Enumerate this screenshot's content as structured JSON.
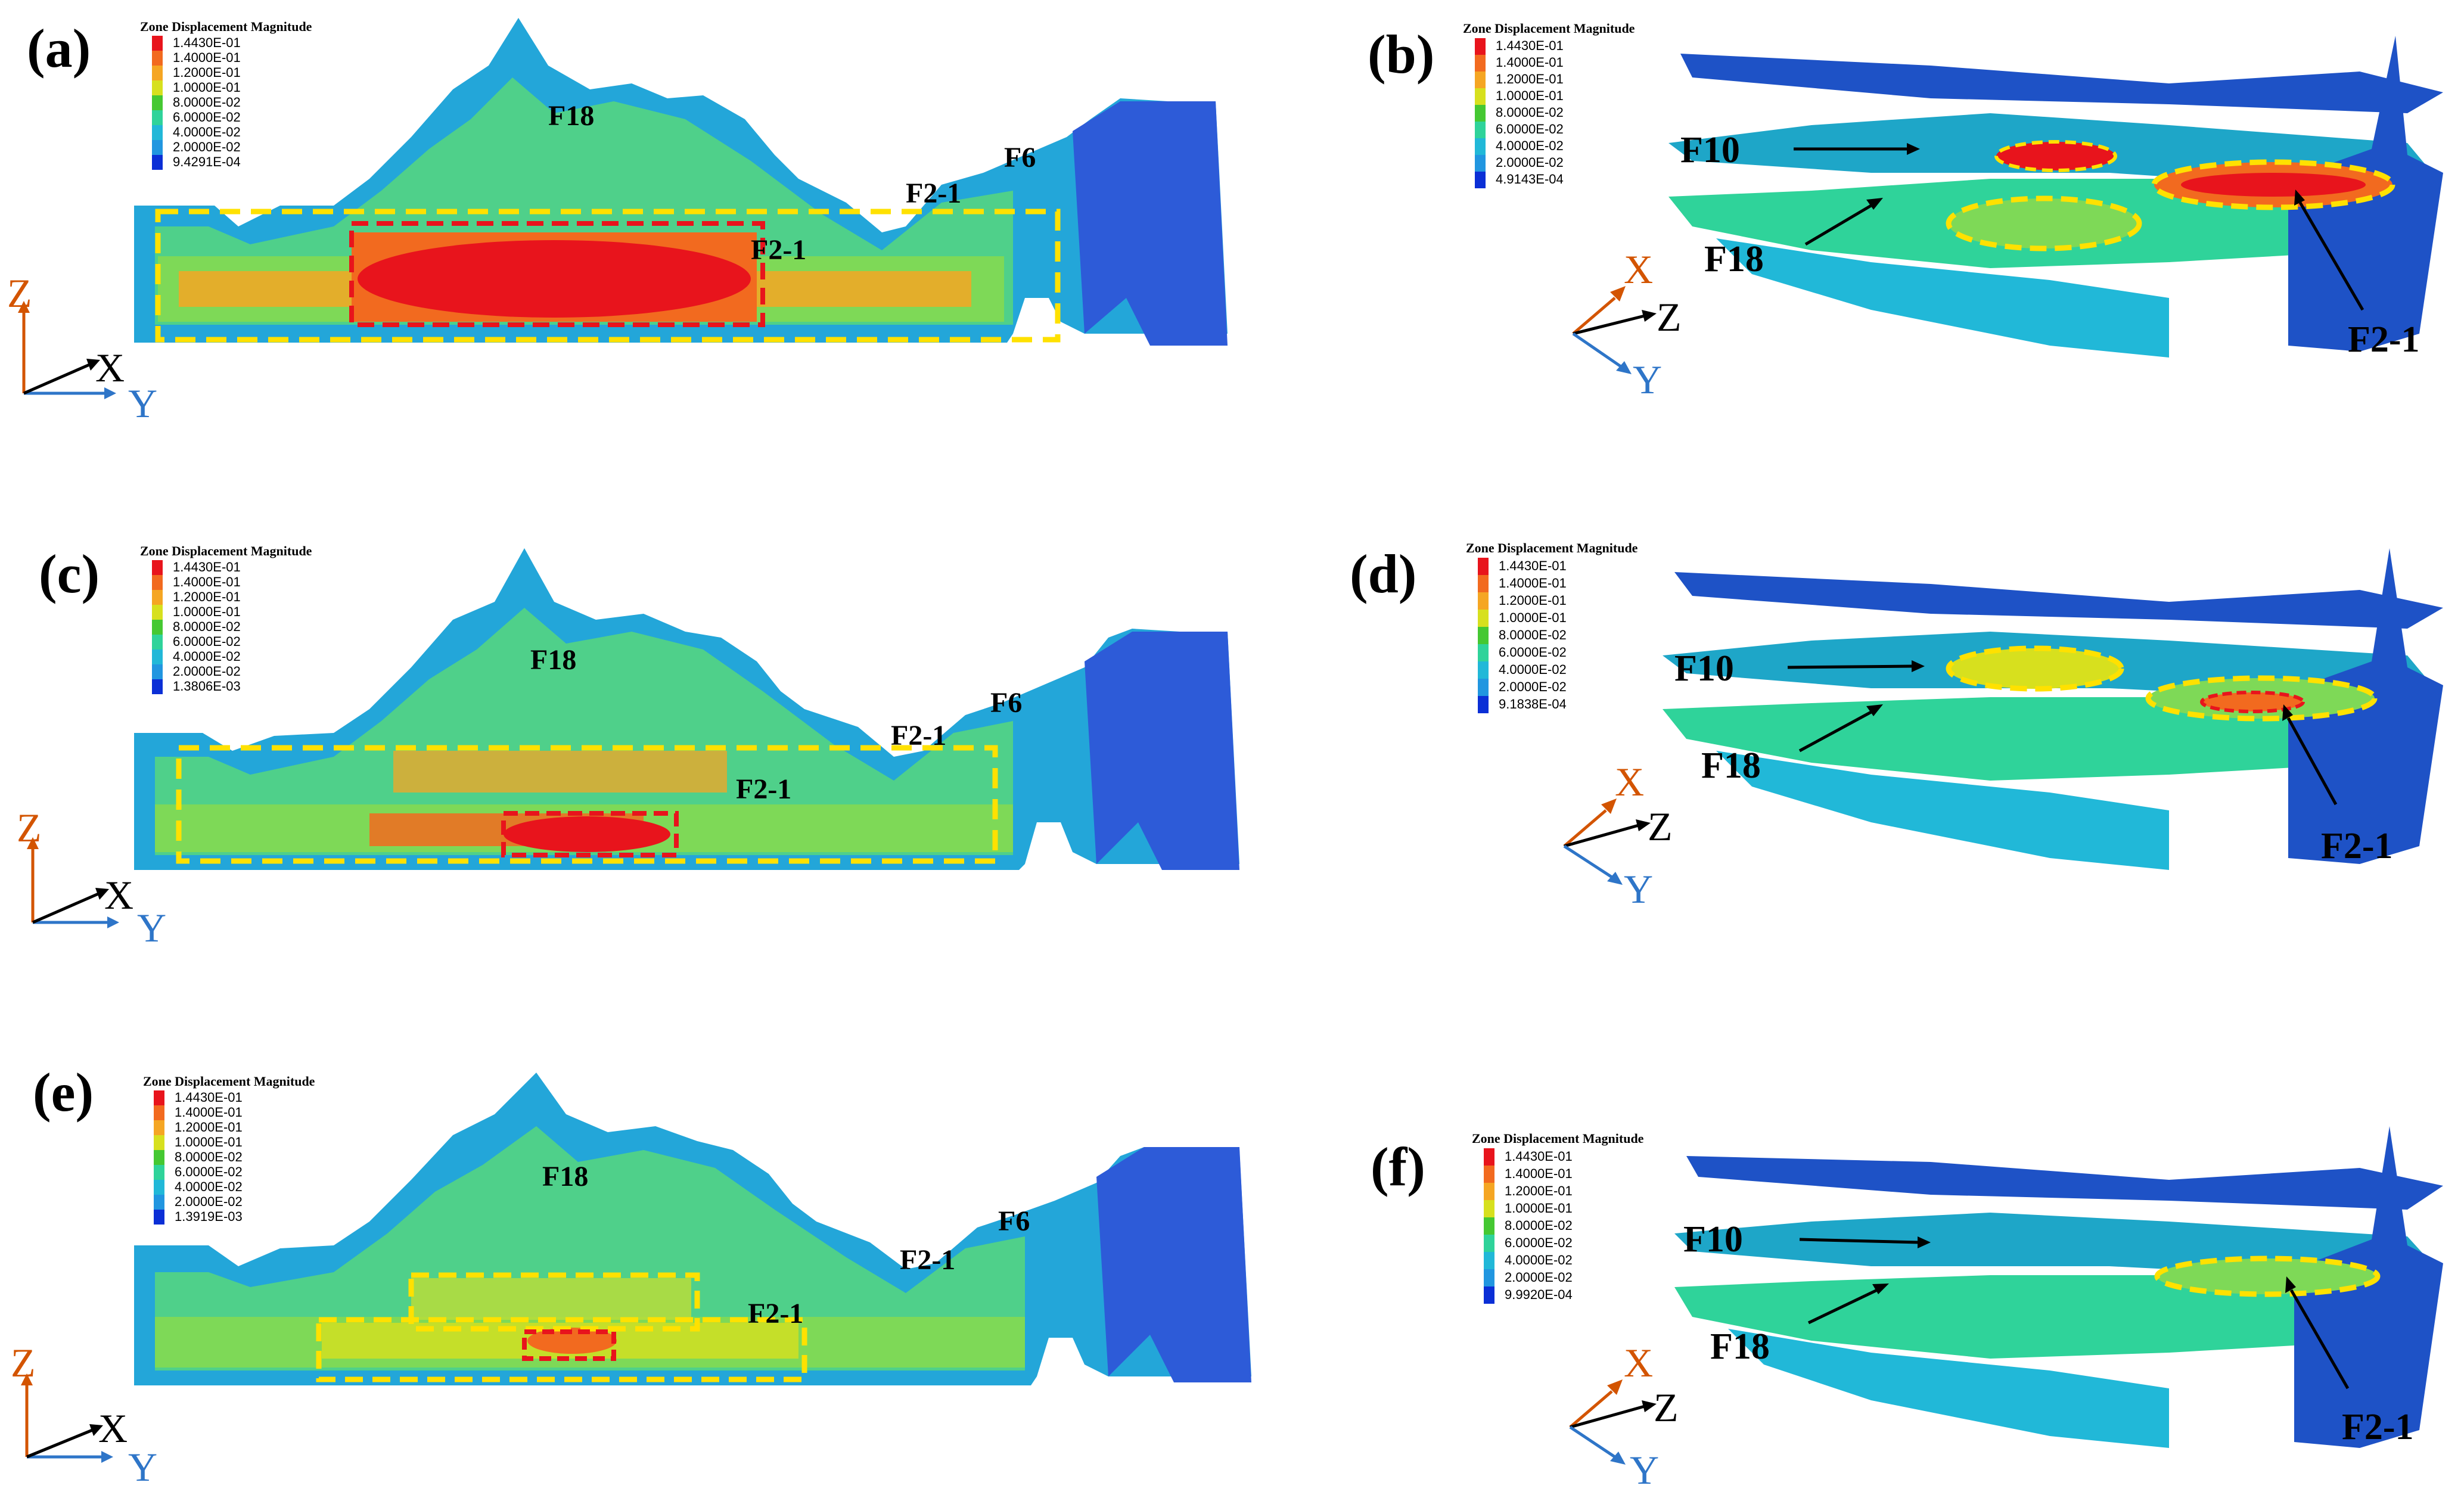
{
  "panels": {
    "a": {
      "label": "(a)",
      "legend": {
        "title": "Zone Displacement Magnitude",
        "values": [
          "1.4430E-01",
          "1.4000E-01",
          "1.2000E-01",
          "1.0000E-01",
          "8.0000E-02",
          "6.0000E-02",
          "4.0000E-02",
          "2.0000E-02",
          "9.4291E-04"
        ]
      },
      "faults": [
        "F18",
        "F2-1",
        "F2-1",
        "F6"
      ],
      "axes": [
        "Z",
        "X",
        "Y"
      ]
    },
    "b": {
      "label": "(b)",
      "legend": {
        "title": "Zone Displacement Magnitude",
        "values": [
          "1.4430E-01",
          "1.4000E-01",
          "1.2000E-01",
          "1.0000E-01",
          "8.0000E-02",
          "6.0000E-02",
          "4.0000E-02",
          "2.0000E-02",
          "4.9143E-04"
        ]
      },
      "faults": [
        "F10",
        "F18",
        "F2-1"
      ],
      "axes": [
        "X",
        "Z",
        "Y"
      ]
    },
    "c": {
      "label": "(c)",
      "legend": {
        "title": "Zone Displacement Magnitude",
        "values": [
          "1.4430E-01",
          "1.4000E-01",
          "1.2000E-01",
          "1.0000E-01",
          "8.0000E-02",
          "6.0000E-02",
          "4.0000E-02",
          "2.0000E-02",
          "1.3806E-03"
        ]
      },
      "faults": [
        "F18",
        "F2-1",
        "F2-1",
        "F6"
      ],
      "axes": [
        "Z",
        "X",
        "Y"
      ]
    },
    "d": {
      "label": "(d)",
      "legend": {
        "title": "Zone Displacement Magnitude",
        "values": [
          "1.4430E-01",
          "1.4000E-01",
          "1.2000E-01",
          "1.0000E-01",
          "8.0000E-02",
          "6.0000E-02",
          "4.0000E-02",
          "2.0000E-02",
          "9.1838E-04"
        ]
      },
      "faults": [
        "F10",
        "F18",
        "F2-1"
      ],
      "axes": [
        "X",
        "Z",
        "Y"
      ]
    },
    "e": {
      "label": "(e)",
      "legend": {
        "title": "Zone Displacement Magnitude",
        "values": [
          "1.4430E-01",
          "1.4000E-01",
          "1.2000E-01",
          "1.0000E-01",
          "8.0000E-02",
          "6.0000E-02",
          "4.0000E-02",
          "2.0000E-02",
          "1.3919E-03"
        ]
      },
      "faults": [
        "F18",
        "F2-1",
        "F2-1",
        "F6"
      ],
      "axes": [
        "Z",
        "X",
        "Y"
      ]
    },
    "f": {
      "label": "(f)",
      "legend": {
        "title": "Zone Displacement Magnitude",
        "values": [
          "1.4430E-01",
          "1.4000E-01",
          "1.2000E-01",
          "1.0000E-01",
          "8.0000E-02",
          "6.0000E-02",
          "4.0000E-02",
          "2.0000E-02",
          "9.9920E-04"
        ]
      },
      "faults": [
        "F10",
        "F18",
        "F2-1"
      ],
      "axes": [
        "X",
        "Z",
        "Y"
      ]
    }
  },
  "colors": {
    "legend_scale": [
      "#e8141c",
      "#f26a1f",
      "#f5a623",
      "#d7e01e",
      "#45c832",
      "#2fd39a",
      "#21b8d8",
      "#2196e0",
      "#0b2fd6"
    ],
    "highlight_yellow": "#ffe100",
    "highlight_red": "#e8141c",
    "axis_orange": "#d35400",
    "axis_blue": "#2e75c8"
  }
}
